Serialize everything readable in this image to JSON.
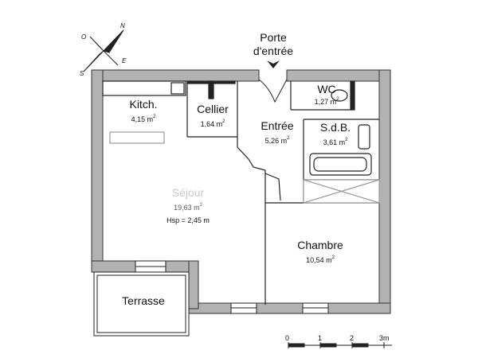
{
  "compass": {
    "north": "N",
    "east": "E",
    "south": "S",
    "west": "O"
  },
  "entrance": {
    "line1": "Porte",
    "line2": "d'entrée"
  },
  "rooms": {
    "kitchen": {
      "name": "Kitch.",
      "area": "4,15 m",
      "unit_sup": "2"
    },
    "cellar": {
      "name": "Cellier",
      "area": "1,64 m",
      "unit_sup": "2"
    },
    "entry": {
      "name": "Entrée",
      "area": "5,26 m",
      "unit_sup": "2"
    },
    "wc": {
      "name": "WC",
      "area": "1,27 m",
      "unit_sup": "2"
    },
    "bath": {
      "name": "S.d.B.",
      "area": "3,61 m",
      "unit_sup": "2"
    },
    "living": {
      "name": "Séjour",
      "area": "19,63 m",
      "unit_sup": "2",
      "height": "Hsp = 2,45 m"
    },
    "bedroom": {
      "name": "Chambre",
      "area": "10,54 m",
      "unit_sup": "2"
    },
    "terrace": {
      "name": "Terrasse"
    }
  },
  "scale": {
    "ticks": [
      "0",
      "1",
      "2",
      "3m"
    ]
  },
  "colors": {
    "wall": "#b2b2b2",
    "wall_edge": "#333333",
    "line": "#222222",
    "living_label": "#c9c9c9"
  }
}
